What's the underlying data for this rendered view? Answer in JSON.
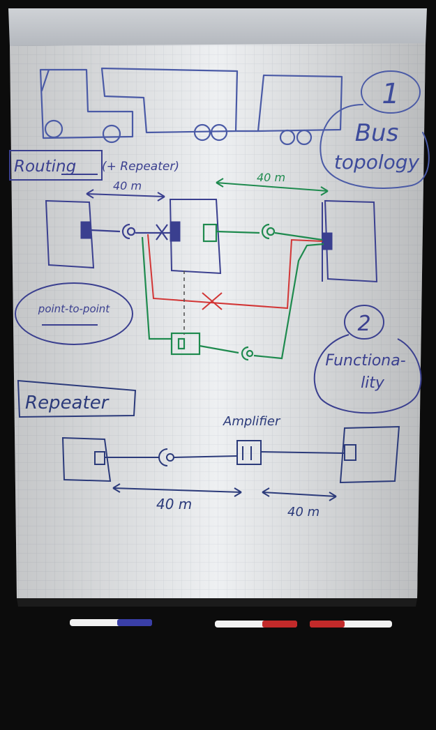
{
  "colors": {
    "paper": "#eef0f2",
    "grid": "#d3d8de",
    "blue_marker": "#3a3f8f",
    "navy_marker": "#2b3a7a",
    "green_marker": "#1e8a4e",
    "red_marker": "#d23535",
    "background": "#0c0c0c"
  },
  "labels": {
    "bus_number": "1",
    "bus_title_line1": "Bus",
    "bus_title_line2": "topology",
    "routing": "Routing",
    "routing_suffix": "(+ Repeater)",
    "dist_left": "40 m",
    "dist_right": "40 m",
    "point_to_point": "point-to-point",
    "func_number": "2",
    "func_line1": "Functiona-",
    "func_line2": "lity",
    "repeater": "Repeater",
    "amplifier": "Amplifier",
    "bottom_dist_left": "40 m",
    "bottom_dist_right": "40 m"
  },
  "markers": [
    {
      "name": "white-marker-1",
      "color": "#f2f2f2",
      "cap": "#3a3fa8"
    },
    {
      "name": "white-marker-2",
      "color": "#f2f2f2",
      "cap": "#c22a2a"
    },
    {
      "name": "white-marker-3",
      "color": "#f2f2f2",
      "cap": "#c22a2a"
    }
  ]
}
